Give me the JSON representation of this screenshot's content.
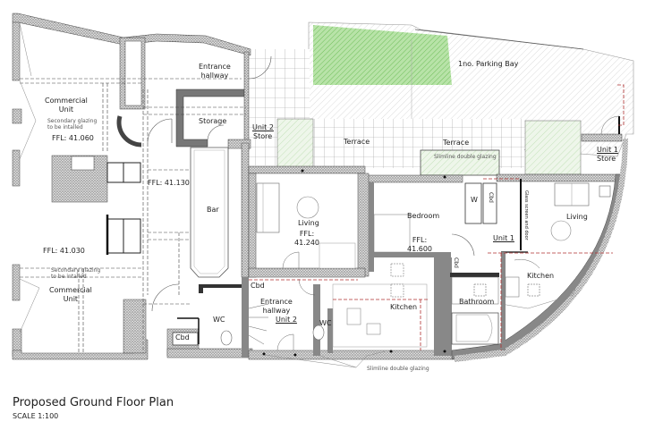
{
  "drawing": {
    "title": "Proposed Ground Floor Plan",
    "scale": "SCALE 1:100"
  },
  "rooms": {
    "entrance_hallway_top": "Entrance\nhallway",
    "commercial_unit_top": "Commercial\nUnit",
    "commercial_unit_top_note": "Secondary glazing\nto be intalled",
    "commercial_unit_top_ffl": "FFL:  41.060",
    "storage": "Storage",
    "unit2_store": "Unit 2",
    "unit2_store_sub": "Store",
    "bar_ffl": "FFL:  41.130",
    "bar": "Bar",
    "commercial_unit_bottom_ffl": "FFL:  41.030",
    "commercial_unit_bottom_note": "Secondary glazing\nto be intalled",
    "commercial_unit_bottom": "Commercial\nUnit",
    "cbd_left": "Cbd",
    "wc_left": "WC",
    "parking": "1no. Parking Bay",
    "terrace_1": "Terrace",
    "terrace_2": "Terrace",
    "slimline_top": "Slimline double glazing",
    "unit1_store": "Unit 1",
    "unit1_store_sub": "Store",
    "living_unit2": "Living",
    "living_unit2_ffl": "FFL:\n41.240",
    "bedroom": "Bedroom",
    "bedroom_ffl": "FFL:\n41.600",
    "w": "W",
    "cbd_bedroom": "Cbd",
    "cbd_bath": "Cbd",
    "unit1": "Unit 1",
    "glass_screen": "Glass screen and door",
    "living_unit1": "Living",
    "kitchen_unit1": "Kitchen",
    "bathroom": "Bathroom",
    "cbd_unit2": "Cbd",
    "entrance_hallway_unit2": "Entrance\nhallway",
    "unit2": "Unit 2",
    "wc_unit2": "WC",
    "kitchen_unit2": "Kitchen",
    "slimline_bottom": "Slimline double glazing"
  },
  "colors": {
    "wall_hatch": "#8a8a8a",
    "wall_solid": "#777777",
    "green_area": "#8fd27a",
    "hatch_line": "#b0b0b0",
    "red_dashed": "#b03030",
    "line": "#333333"
  }
}
